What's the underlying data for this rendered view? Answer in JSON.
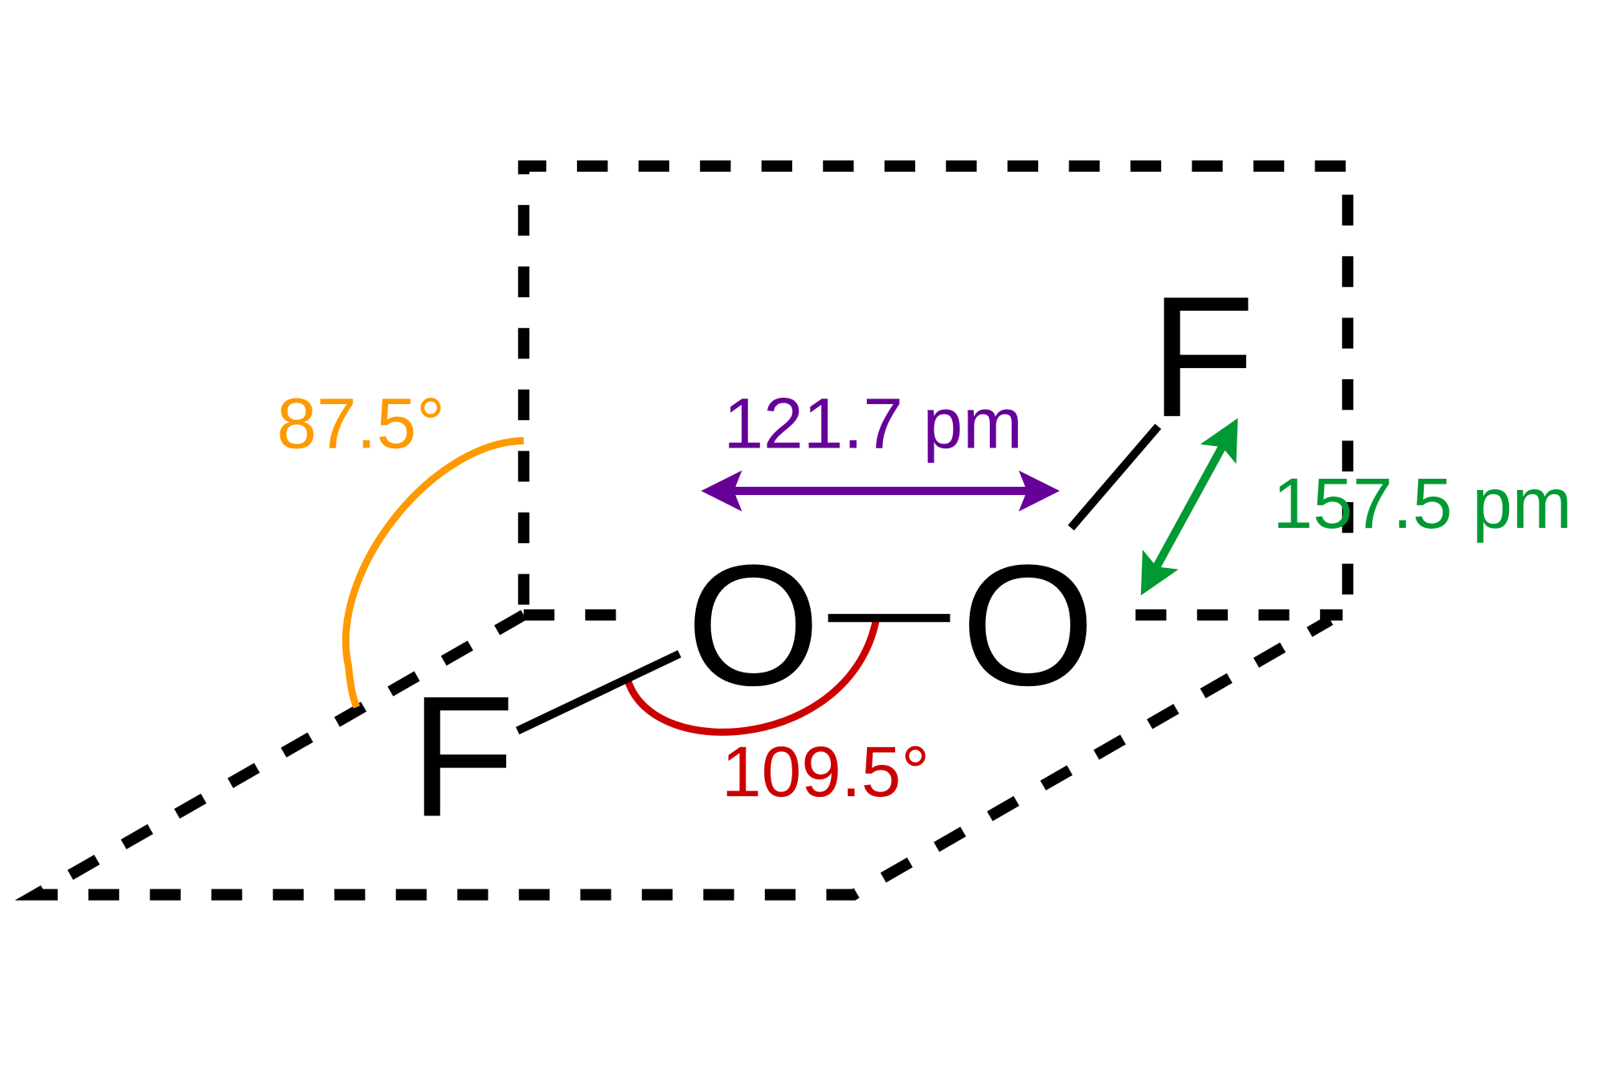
{
  "atoms": {
    "f_left": "F",
    "o_left": "O",
    "o_right": "O",
    "f_right": "F"
  },
  "labels": {
    "dihedral_angle": "87.5°",
    "oo_bond_length": "121.7 pm",
    "of_bond_length": "157.5 pm",
    "bond_angle": "109.5°"
  },
  "colors": {
    "dihedral_angle": "#ff9900",
    "oo_bond_length": "#660099",
    "of_bond_length": "#009933",
    "bond_angle": "#cc0000",
    "structure": "#000000"
  }
}
